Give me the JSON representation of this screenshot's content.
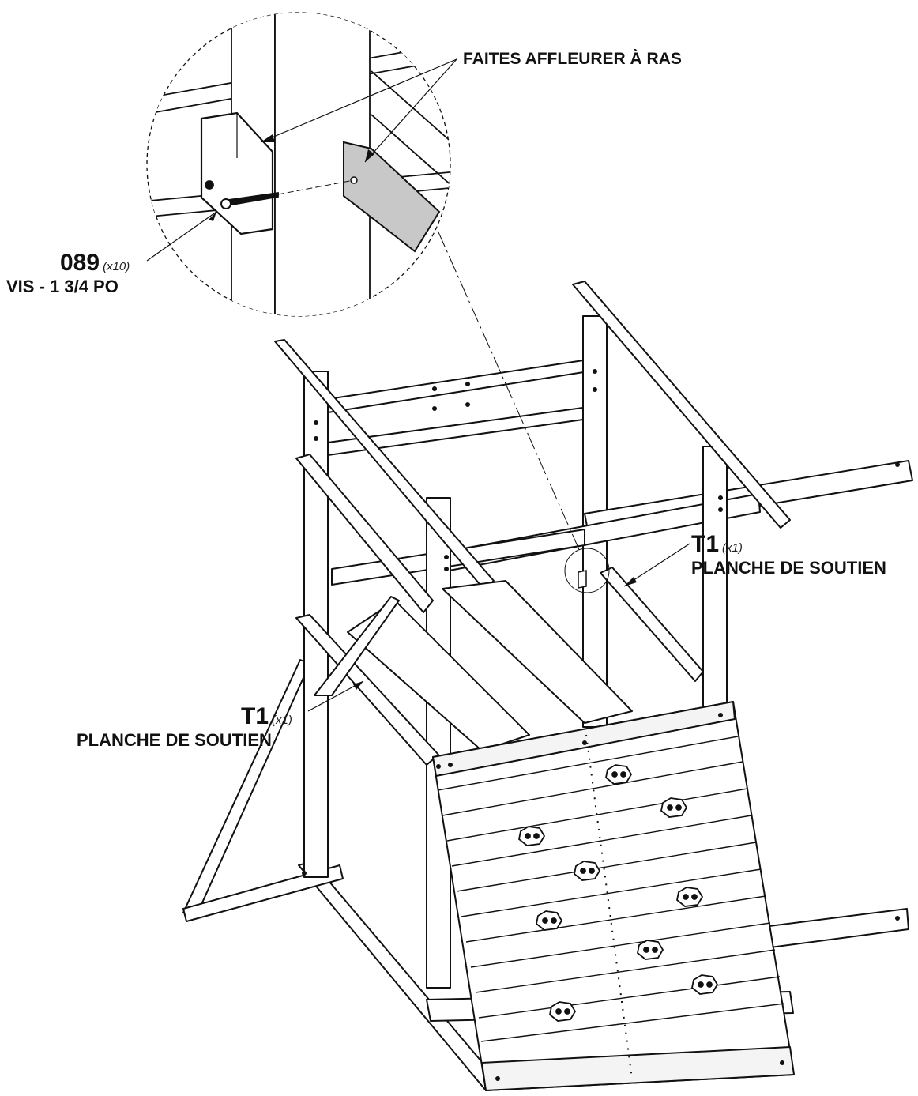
{
  "callouts": {
    "flush": "FAITES AFFLEURER À RAS",
    "screw": {
      "part": "089",
      "qty": "(x10)",
      "desc": "VIS - 1 3/4 PO"
    },
    "support_right": {
      "part": "T1",
      "qty": "(x1)",
      "desc": "PLANCHE DE SOUTIEN"
    },
    "support_left": {
      "part": "T1",
      "qty": "(x1)",
      "desc": "PLANCHE DE SOUTIEN"
    }
  },
  "colors": {
    "line": "#111111",
    "board_fill": "#ffffff",
    "highlight_fill": "#c8c8c8"
  },
  "climbing_holds": 9
}
